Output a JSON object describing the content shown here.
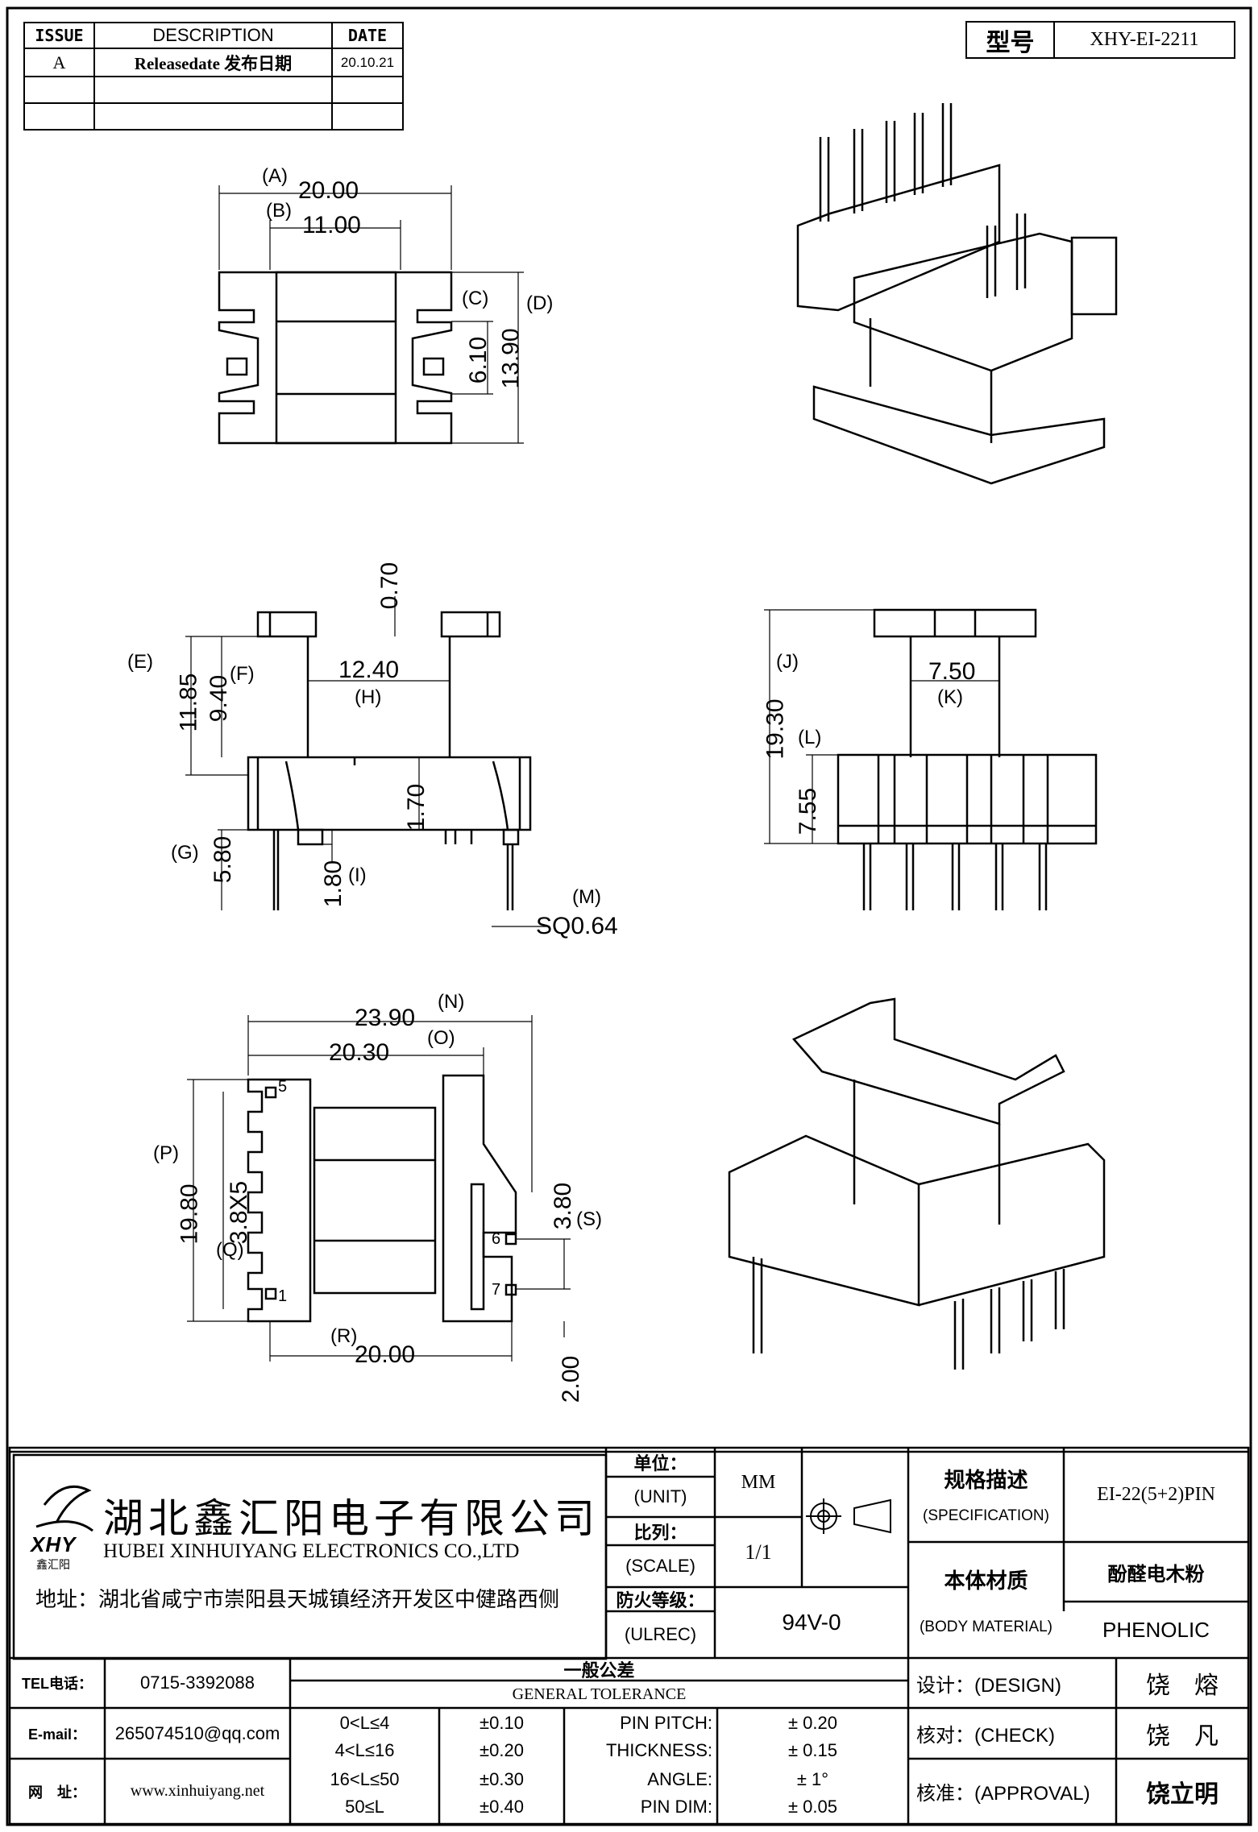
{
  "revision_table": {
    "headers": [
      "ISSUE",
      "DESCRIPTION",
      "DATE"
    ],
    "rows": [
      [
        "A",
        "Releasedate 发布日期",
        "20.10.21"
      ],
      [
        "",
        "",
        ""
      ],
      [
        "",
        "",
        ""
      ]
    ]
  },
  "model": {
    "label": "型号",
    "value": "XHY-EI-2211"
  },
  "dims": {
    "A": "(A)",
    "A_val": "20.00",
    "B": "(B)",
    "B_val": "11.00",
    "C": "(C)",
    "C_val": "6.10",
    "D": "(D)",
    "D_val": "13.90",
    "E": "(E)",
    "E_val": "11.85",
    "F": "(F)",
    "F_val": "9.40",
    "top_val": "0.70",
    "H": "(H)",
    "H_val": "12.40",
    "G": "(G)",
    "G_val": "5.80",
    "mid_val": "1.70",
    "I": "(I)",
    "I_val": "1.80",
    "M": "(M)",
    "M_val": "SQ0.64",
    "J": "(J)",
    "J_val": "19.30",
    "K": "(K)",
    "K_val": "7.50",
    "L": "(L)",
    "L_val": "7.55",
    "N": "(N)",
    "N_val": "23.90",
    "O": "(O)",
    "O_val": "20.30",
    "P": "(P)",
    "P_val": "19.80",
    "Q": "(Q)",
    "Q_val": "3.8X5",
    "S": "(S)",
    "S_val": "3.80",
    "R": "(R)",
    "R_val": "20.00",
    "bottom_val": "2.00",
    "pin1": "1",
    "pin5": "5",
    "pin6": "6",
    "pin7": "7"
  },
  "company": {
    "name_cn": "湖北鑫汇阳电子有限公司",
    "name_en": "HUBEI XINHUIYANG ELECTRONICS CO.,LTD",
    "address": "地址：湖北省咸宁市崇阳县天城镇经济开发区中健路西侧",
    "logo_text": "XHY",
    "logo_sub": "鑫汇阳",
    "tel_label": "TEL电话：",
    "tel": "0715-3392088",
    "email_label": "E-mail：",
    "email": "265074510@qq.com",
    "web_label": "网　址：",
    "web": "www.xinhuiyang.net"
  },
  "specs": {
    "unit_cn": "单位：",
    "unit_en": "(UNIT)",
    "unit_val": "MM",
    "scale_cn": "比列：",
    "scale_en": "(SCALE)",
    "scale_val": "1/1",
    "ul_cn": "防火等级：",
    "ul_en": "(ULREC)",
    "ul_val": "94V-0",
    "spec_cn": "规格描述",
    "spec_en": "(SPECIFICATION)",
    "spec_val": "EI-22(5+2)PIN",
    "mat_cn": "本体材质",
    "mat_en": "(BODY MATERIAL)",
    "mat_val_cn": "酚醛电木粉",
    "mat_val_en": "PHENOLIC"
  },
  "tolerance": {
    "title_cn": "一般公差",
    "title_en": "GENERAL TOLERANCE",
    "rows": [
      {
        "range": "0<L≤4",
        "tol": "±0.10",
        "param": "PIN PITCH:",
        "pval": "± 0.20"
      },
      {
        "range": "4<L≤16",
        "tol": "±0.20",
        "param": "THICKNESS:",
        "pval": "± 0.15"
      },
      {
        "range": "16<L≤50",
        "tol": "±0.30",
        "param": "ANGLE:",
        "pval": "± 1°"
      },
      {
        "range": "50≤L",
        "tol": "±0.40",
        "param": "PIN DIM:",
        "pval": "± 0.05"
      }
    ]
  },
  "approval": {
    "design_label": "设计：(DESIGN)",
    "design_name": "饶　熔",
    "check_label": "核对：(CHECK)",
    "check_name": "饶　凡",
    "approval_label": "核准：(APPROVAL)",
    "approval_name": "饶立明"
  }
}
